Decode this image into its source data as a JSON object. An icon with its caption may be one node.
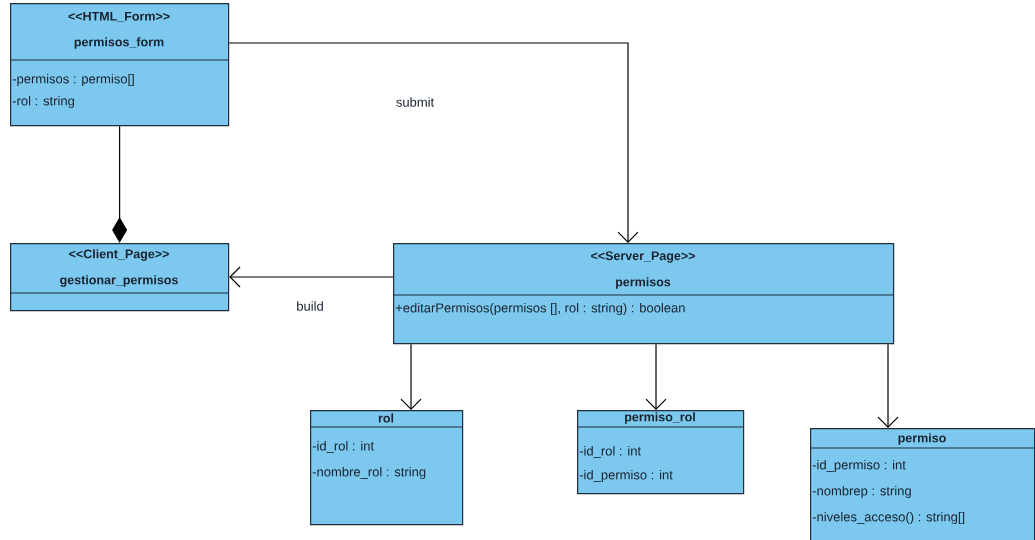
{
  "diagram": {
    "nodes": [
      {
        "text": [
          "<<HTML_Form>>",
          "permisos_form",
          "-permisos : permiso[]",
          "-rol : string"
        ]
      },
      {
        "text": [
          "<<Client_Page>>",
          "gestionar_permisos"
        ]
      },
      {
        "text": [
          "<<Server_Page>>",
          "permisos",
          "+editarPermisos(permisos [], rol : string) : boolean"
        ]
      },
      {
        "text": [
          "rol",
          "-id_rol : int",
          "-nombre_rol : string"
        ]
      },
      {
        "text": [
          "permiso_rol",
          "-id_rol : int",
          "-id_permiso : int"
        ]
      },
      {
        "text": [
          "permiso",
          "-id_permiso : int",
          "-nombrep : string",
          "-niveles_acceso() : string[]"
        ]
      }
    ],
    "edges": [
      {
        "from": 0,
        "to": 1,
        "arrow": "other"
      },
      {
        "from": 0,
        "to": 2,
        "arrow": "to",
        "label": "submit"
      },
      {
        "from": 2,
        "to": 1,
        "arrow": "to",
        "label": "build"
      },
      {
        "from": 2,
        "to": 3,
        "arrow": "to"
      },
      {
        "from": 2,
        "to": 4,
        "arrow": "to"
      },
      {
        "from": 2,
        "to": 5,
        "arrow": "to"
      }
    ]
  }
}
